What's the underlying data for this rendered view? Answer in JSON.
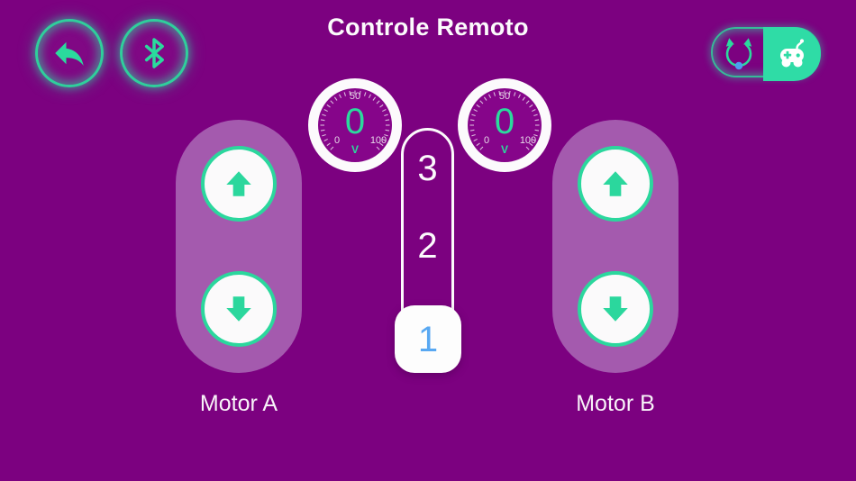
{
  "title": "Controle Remoto",
  "colors": {
    "background": "#7C0180",
    "panel": "#A45AAE",
    "accent_teal": "#2BDA9D",
    "toggle_active": "#2FDCA6",
    "gear_selected_text": "#58A8F2",
    "tilt_ball_blue": "#4D9FF0",
    "gauge_face": "#86058A"
  },
  "header": {
    "title": "Controle Remoto",
    "back_button": {
      "icon": "back-arrow-icon"
    },
    "bluetooth_button": {
      "icon": "bluetooth-icon"
    },
    "mode_toggle": {
      "options": [
        {
          "name": "tilt-mode",
          "icon": "tilt-control-icon",
          "selected": false
        },
        {
          "name": "gamepad-mode",
          "icon": "gamepad-icon",
          "selected": true
        }
      ]
    }
  },
  "gauges": [
    {
      "name": "gauge-left",
      "value": "0",
      "top_label": "50",
      "left_label": "0",
      "right_label": "100",
      "pointer": "V"
    },
    {
      "name": "gauge-right",
      "value": "0",
      "top_label": "50",
      "left_label": "0",
      "right_label": "100",
      "pointer": "V"
    }
  ],
  "gear_selector": {
    "options": [
      "3",
      "2",
      "1"
    ],
    "selected": "1"
  },
  "motors": [
    {
      "label": "Motor A",
      "buttons": [
        "up-arrow-icon",
        "down-arrow-icon"
      ]
    },
    {
      "label": "Motor B",
      "buttons": [
        "up-arrow-icon",
        "down-arrow-icon"
      ]
    }
  ]
}
